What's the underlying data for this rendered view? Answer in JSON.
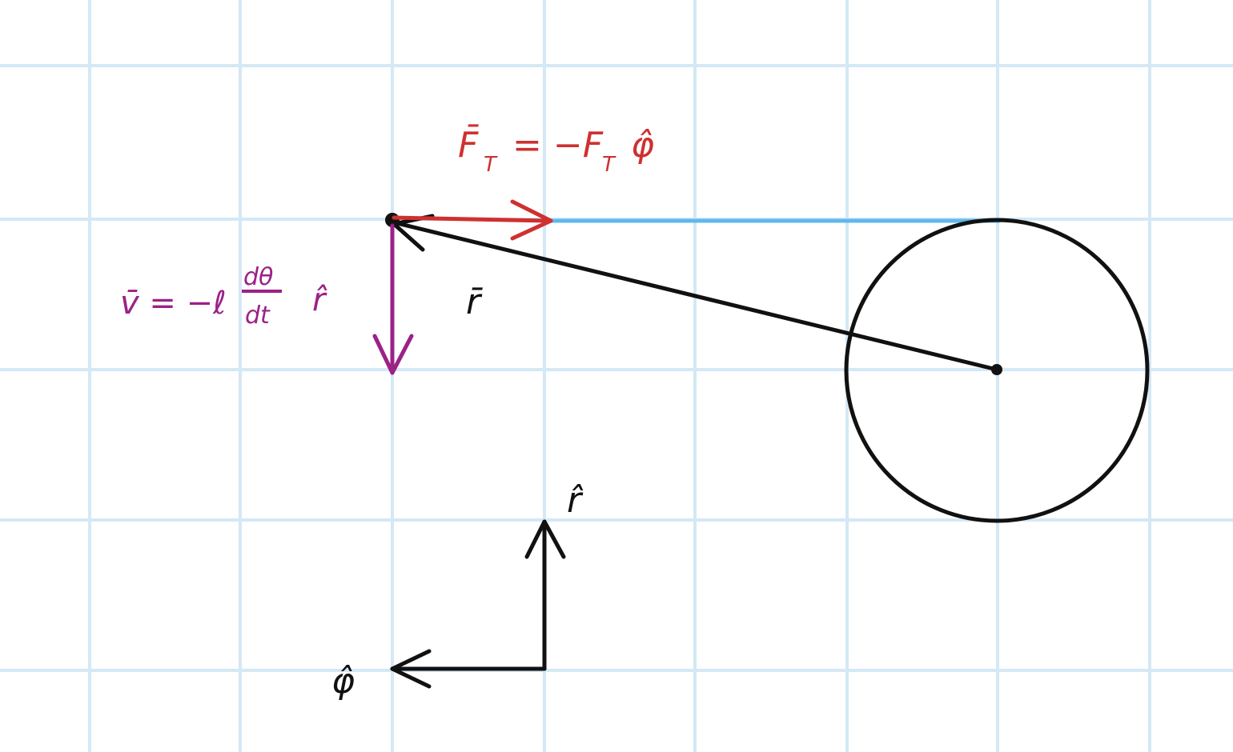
{
  "colors": {
    "grid": "#d4e8f6",
    "string": "#5fb8ec",
    "force": "#cf3030",
    "velocity": "#9b2287",
    "ink": "#111111"
  },
  "labels": {
    "tension": {
      "lhs": "F̄",
      "lhs_sub": "T",
      "eq": "= −F",
      "rhs_sub": "T",
      "unit": "φ̂"
    },
    "velocity": {
      "lhs": "v̄ = −ℓ",
      "num": "dθ",
      "den": "dt",
      "unit": "r̂"
    },
    "r_vector": "r̄",
    "axis_r": "r̂",
    "axis_phi": "φ̂"
  }
}
